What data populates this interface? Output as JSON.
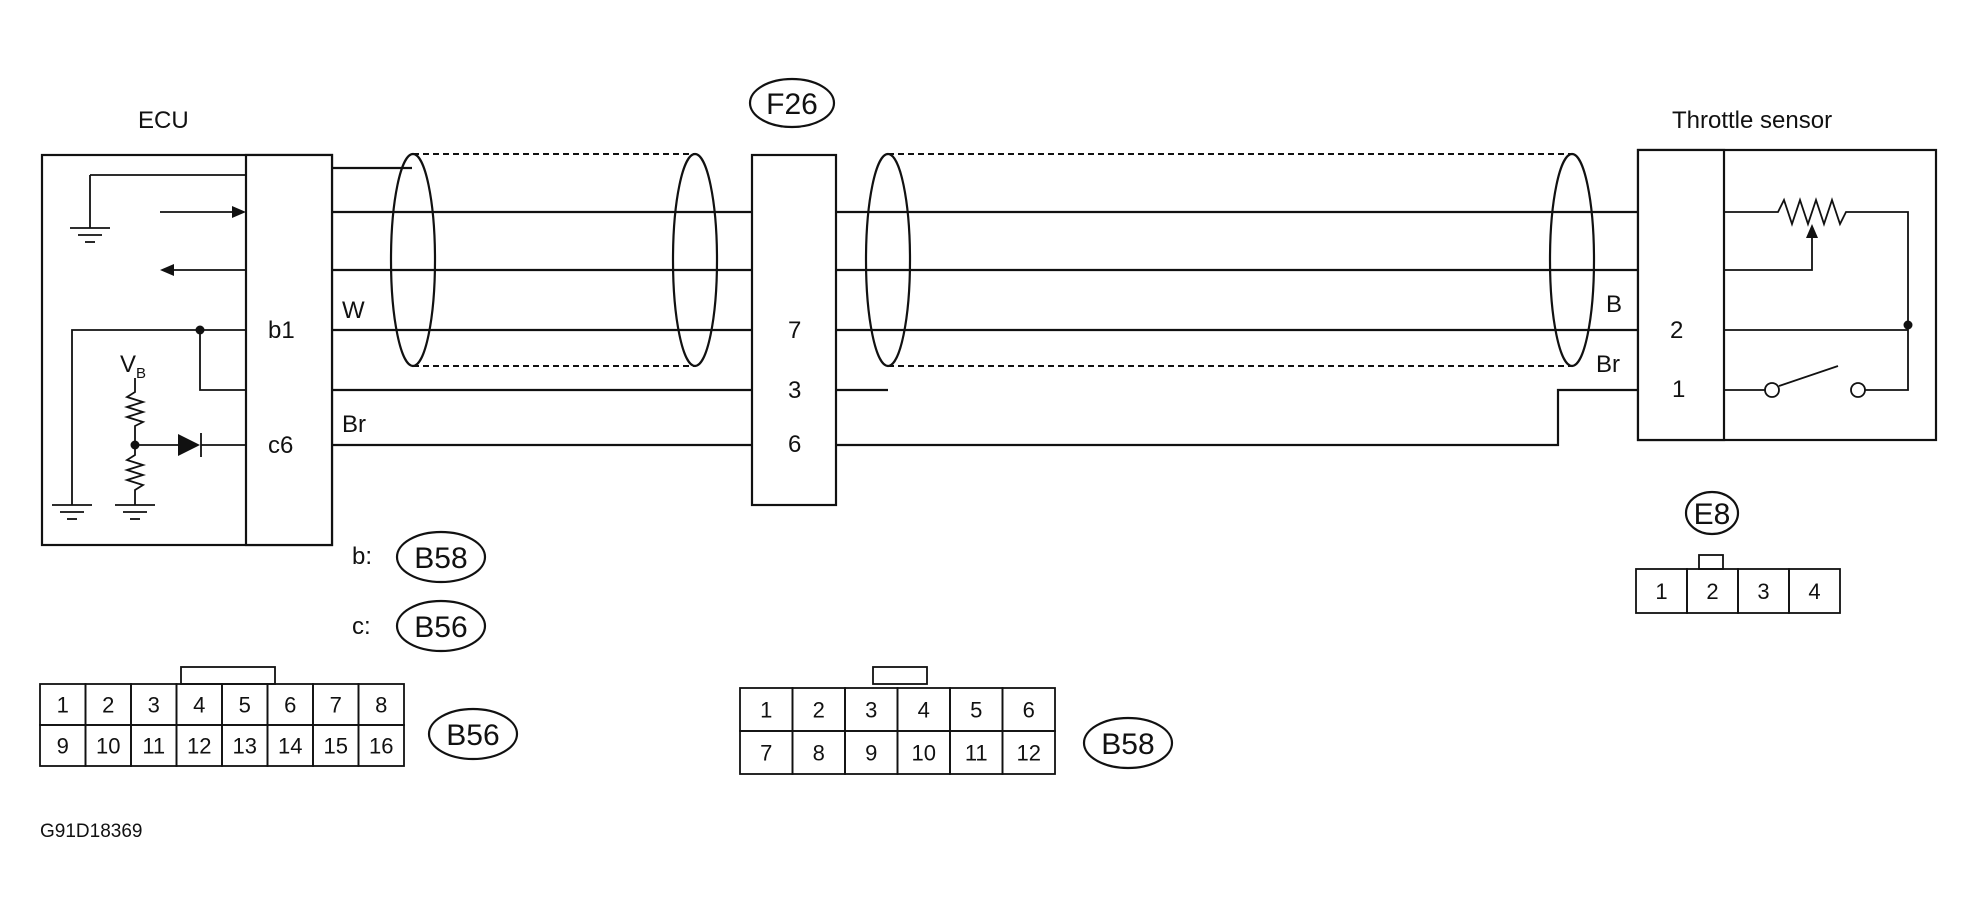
{
  "labels": {
    "ecu": "ECU",
    "throttle_sensor": "Throttle sensor",
    "vb": "V",
    "vb_sub": "B",
    "code": "G91D18369"
  },
  "connectors": {
    "f26": "F26",
    "e8": "E8",
    "b56": "B56",
    "b58": "B58"
  },
  "ecu_pins": {
    "b1": "b1",
    "c6": "c6"
  },
  "legend": {
    "b_prefix": "b:",
    "b_conn": "B58",
    "c_prefix": "c:",
    "c_conn": "B56"
  },
  "wire_colors": {
    "w": "W",
    "br_left": "Br",
    "b_right": "B",
    "br_right": "Br"
  },
  "f26_pins": [
    "7",
    "3",
    "6"
  ],
  "sensor_pins": [
    "2",
    "1"
  ],
  "pinouts": {
    "b56": {
      "row1": [
        "1",
        "2",
        "3",
        "4",
        "5",
        "6",
        "7",
        "8"
      ],
      "row2": [
        "9",
        "10",
        "11",
        "12",
        "13",
        "14",
        "15",
        "16"
      ]
    },
    "b58": {
      "row1": [
        "1",
        "2",
        "3",
        "4",
        "5",
        "6"
      ],
      "row2": [
        "7",
        "8",
        "9",
        "10",
        "11",
        "12"
      ]
    },
    "e8": {
      "row1": [
        "1",
        "2",
        "3",
        "4"
      ]
    }
  }
}
